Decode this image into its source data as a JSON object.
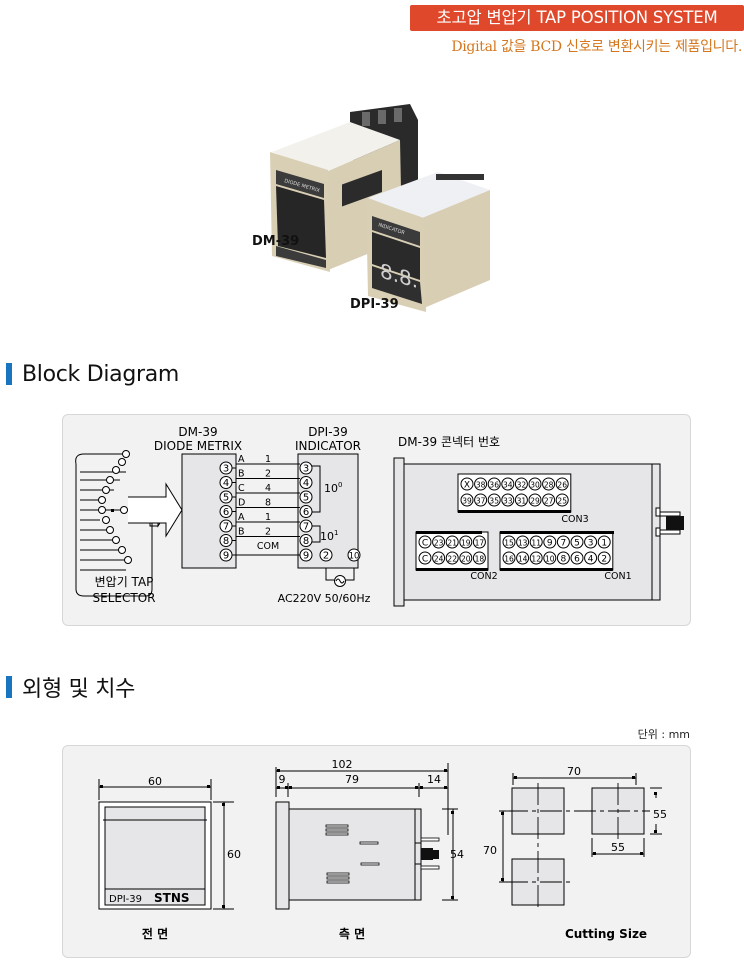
{
  "header": {
    "title": "초고압 변압기 TAP POSITION SYSTEM",
    "subtitle": "Digital 값을 BCD 신호로 변환시키는 제품입니다.",
    "accent_color": "#e0482b",
    "subtitle_color": "#d4771e"
  },
  "products": [
    {
      "model": "DM-39",
      "front_label": "DIODE METRIX"
    },
    {
      "model": "DPI-39",
      "front_label": "INDICATOR"
    }
  ],
  "block_diagram": {
    "heading": "Block Diagram",
    "selector_label_line1": "변압기 TAP",
    "selector_label_line2": "SELECTOR",
    "dm_title_line1": "DM-39",
    "dm_title_line2": "DIODE METRIX",
    "dpi_title_line1": "DPI-39",
    "dpi_title_line2": "INDICATOR",
    "dm_terminals": [
      "3",
      "4",
      "5",
      "6",
      "7",
      "8",
      "9"
    ],
    "signal_letters": [
      "A",
      "B",
      "C",
      "D",
      "A",
      "B"
    ],
    "signal_values": [
      "1",
      "2",
      "4",
      "8",
      "1",
      "2"
    ],
    "com_label": "COM",
    "dpi_terminals": [
      "3",
      "4",
      "5",
      "6",
      "7",
      "8",
      "9"
    ],
    "dpi_power_terminals": [
      "2",
      "10"
    ],
    "digit_ones_label": "10",
    "digit_ones_exp": "0",
    "digit_tens_label": "10",
    "digit_tens_exp": "1",
    "power_label": "AC220V 50/60Hz",
    "connector_title": "DM-39 콘넥터 번호",
    "con3_top": [
      "X",
      "38",
      "36",
      "34",
      "32",
      "30",
      "28",
      "26"
    ],
    "con3_bottom": [
      "39",
      "37",
      "35",
      "33",
      "31",
      "29",
      "27",
      "25"
    ],
    "con3_label": "CON3",
    "con2_top": [
      "C",
      "23",
      "21",
      "19",
      "17"
    ],
    "con2_bottom": [
      "C",
      "24",
      "22",
      "20",
      "18"
    ],
    "con2_label": "CON2",
    "con1_top": [
      "15",
      "13",
      "11",
      "9",
      "7",
      "5",
      "3",
      "1"
    ],
    "con1_bottom": [
      "16",
      "14",
      "12",
      "10",
      "8",
      "6",
      "4",
      "2"
    ],
    "con1_label": "CON1"
  },
  "dimensions": {
    "heading": "외형 및 치수",
    "unit_label": "단위 : mm",
    "front": {
      "width": "60",
      "height": "60",
      "plate_model": "DPI-39",
      "plate_brand": "STNS",
      "caption": "전 면"
    },
    "side": {
      "total": "102",
      "front_depth": "9",
      "body": "79",
      "rear": "14",
      "height": "54",
      "caption": "측 면"
    },
    "cutting": {
      "pitch_h": "70",
      "pitch_v": "70",
      "hole_w": "55",
      "hole_h": "55",
      "caption": "Cutting Size"
    }
  }
}
